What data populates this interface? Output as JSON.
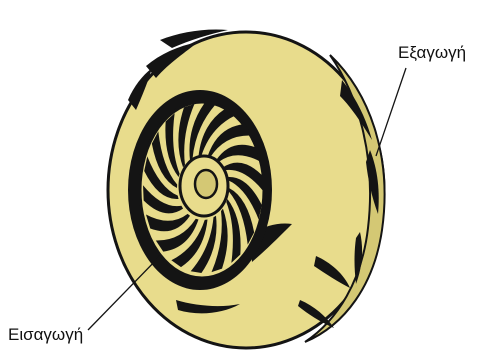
{
  "labels": {
    "outlet": "Εξαγωγή",
    "inlet": "Εισαγωγή"
  },
  "colors": {
    "body_fill": "#e8dc8c",
    "body_shade": "#d4c874",
    "ink": "#141414",
    "background": "#ffffff"
  },
  "figure": {
    "subject": "impeller-wheel",
    "blade_count": 18
  }
}
